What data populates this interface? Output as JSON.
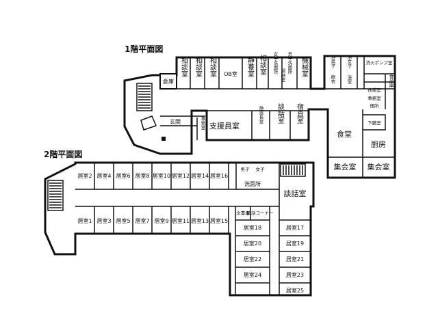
{
  "floor1": {
    "title": "1階平面図",
    "rooms": {
      "soudan1": "相談室",
      "soudan2": "相談室",
      "soudan3": "相談室",
      "ob": "OB室",
      "seiyou": "静養室",
      "soudan4": "相談室",
      "joshi_senmen": "女子洗面所",
      "dansen": "男子洗面所",
      "soujiki": "掃除室",
      "kikai": "機械室",
      "sm1": "浴男子",
      "sm2": "浴女子",
      "sm3": "脱衣",
      "sm4": "浴室",
      "shoka_pump": "消火ポンプ室",
      "shokuhinko": "食品庫",
      "kyuyo": "休憩室",
      "kanri": "事務室",
      "benjo": "便所",
      "gesuido": "下膳室",
      "souko": "倉庫",
      "genkan": "玄関",
      "jimushitsu": "事務室",
      "shien": "支援員室",
      "shisetsucho": "施設長室",
      "danwa": "談話室",
      "shukuchoku": "宿直室",
      "shokudo": "食堂",
      "chubo": "厨房",
      "shukai1": "集会室",
      "shukai2": "集会室"
    }
  },
  "floor2": {
    "title": "2階平面図",
    "upper_rooms": [
      "居室2",
      "居室4",
      "居室6",
      "居室8",
      "居室10",
      "居室12",
      "居室14",
      "居室16"
    ],
    "lower_rooms": [
      "居室1",
      "居室3",
      "居室5",
      "居室7",
      "居室9",
      "居室11",
      "居室13",
      "居室15"
    ],
    "dan_shi": "男子",
    "jo_shi": "女子",
    "senmenjo": "洗面所",
    "danwa": "談話室",
    "bunsho": "文書庫",
    "danwa_corner": "談話コーナー",
    "left_rooms": [
      "居室18",
      "居室20",
      "居室22",
      "居室24"
    ],
    "right_rooms": [
      "居室17",
      "居室19",
      "居室21",
      "居室23",
      "居室25"
    ]
  }
}
